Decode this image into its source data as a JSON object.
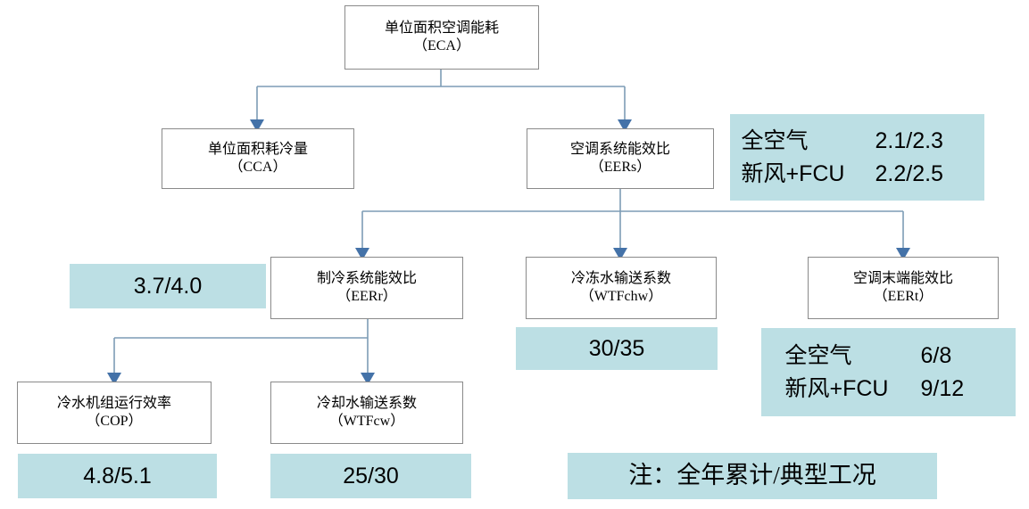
{
  "diagram": {
    "title_node": {
      "line1": "单位面积空调能耗",
      "line2": "（ECA）"
    },
    "nodes": [
      {
        "id": "cca",
        "line1": "单位面积耗冷量",
        "line2": "（CCA）"
      },
      {
        "id": "eers",
        "line1": "空调系统能效比",
        "line2": "（EERs）"
      },
      {
        "id": "eerr",
        "line1": "制冷系统能效比",
        "line2": "（EERr）"
      },
      {
        "id": "wtfchw",
        "line1": "冷冻水输送系数",
        "line2": "（WTFchw）"
      },
      {
        "id": "eert",
        "line1": "空调末端能效比",
        "line2": "（EERt）"
      },
      {
        "id": "cop",
        "line1": "冷水机组运行效率",
        "line2": "（COP）"
      },
      {
        "id": "wtfcw",
        "line1": "冷却水输送系数",
        "line2": "（WTFcw）"
      }
    ],
    "values": {
      "eers_all_air_label": "全空气",
      "eers_all_air_value": "2.1/2.3",
      "eers_fcu_label": "新风+FCU",
      "eers_fcu_value": "2.2/2.5",
      "eerr_value": "3.7/4.0",
      "wtfchw_value": "30/35",
      "eert_all_air_label": "全空气",
      "eert_all_air_value": "6/8",
      "eert_fcu_label": "新风+FCU",
      "eert_fcu_value": "9/12",
      "cop_value": "4.8/5.1",
      "wtfcw_value": "25/30",
      "note": "注：全年累计/典型工况"
    },
    "colors": {
      "highlight": "#bcdfe4",
      "box_border": "#8a8a8a",
      "connector": "#7d9cb5",
      "arrow": "#4472a8"
    }
  }
}
